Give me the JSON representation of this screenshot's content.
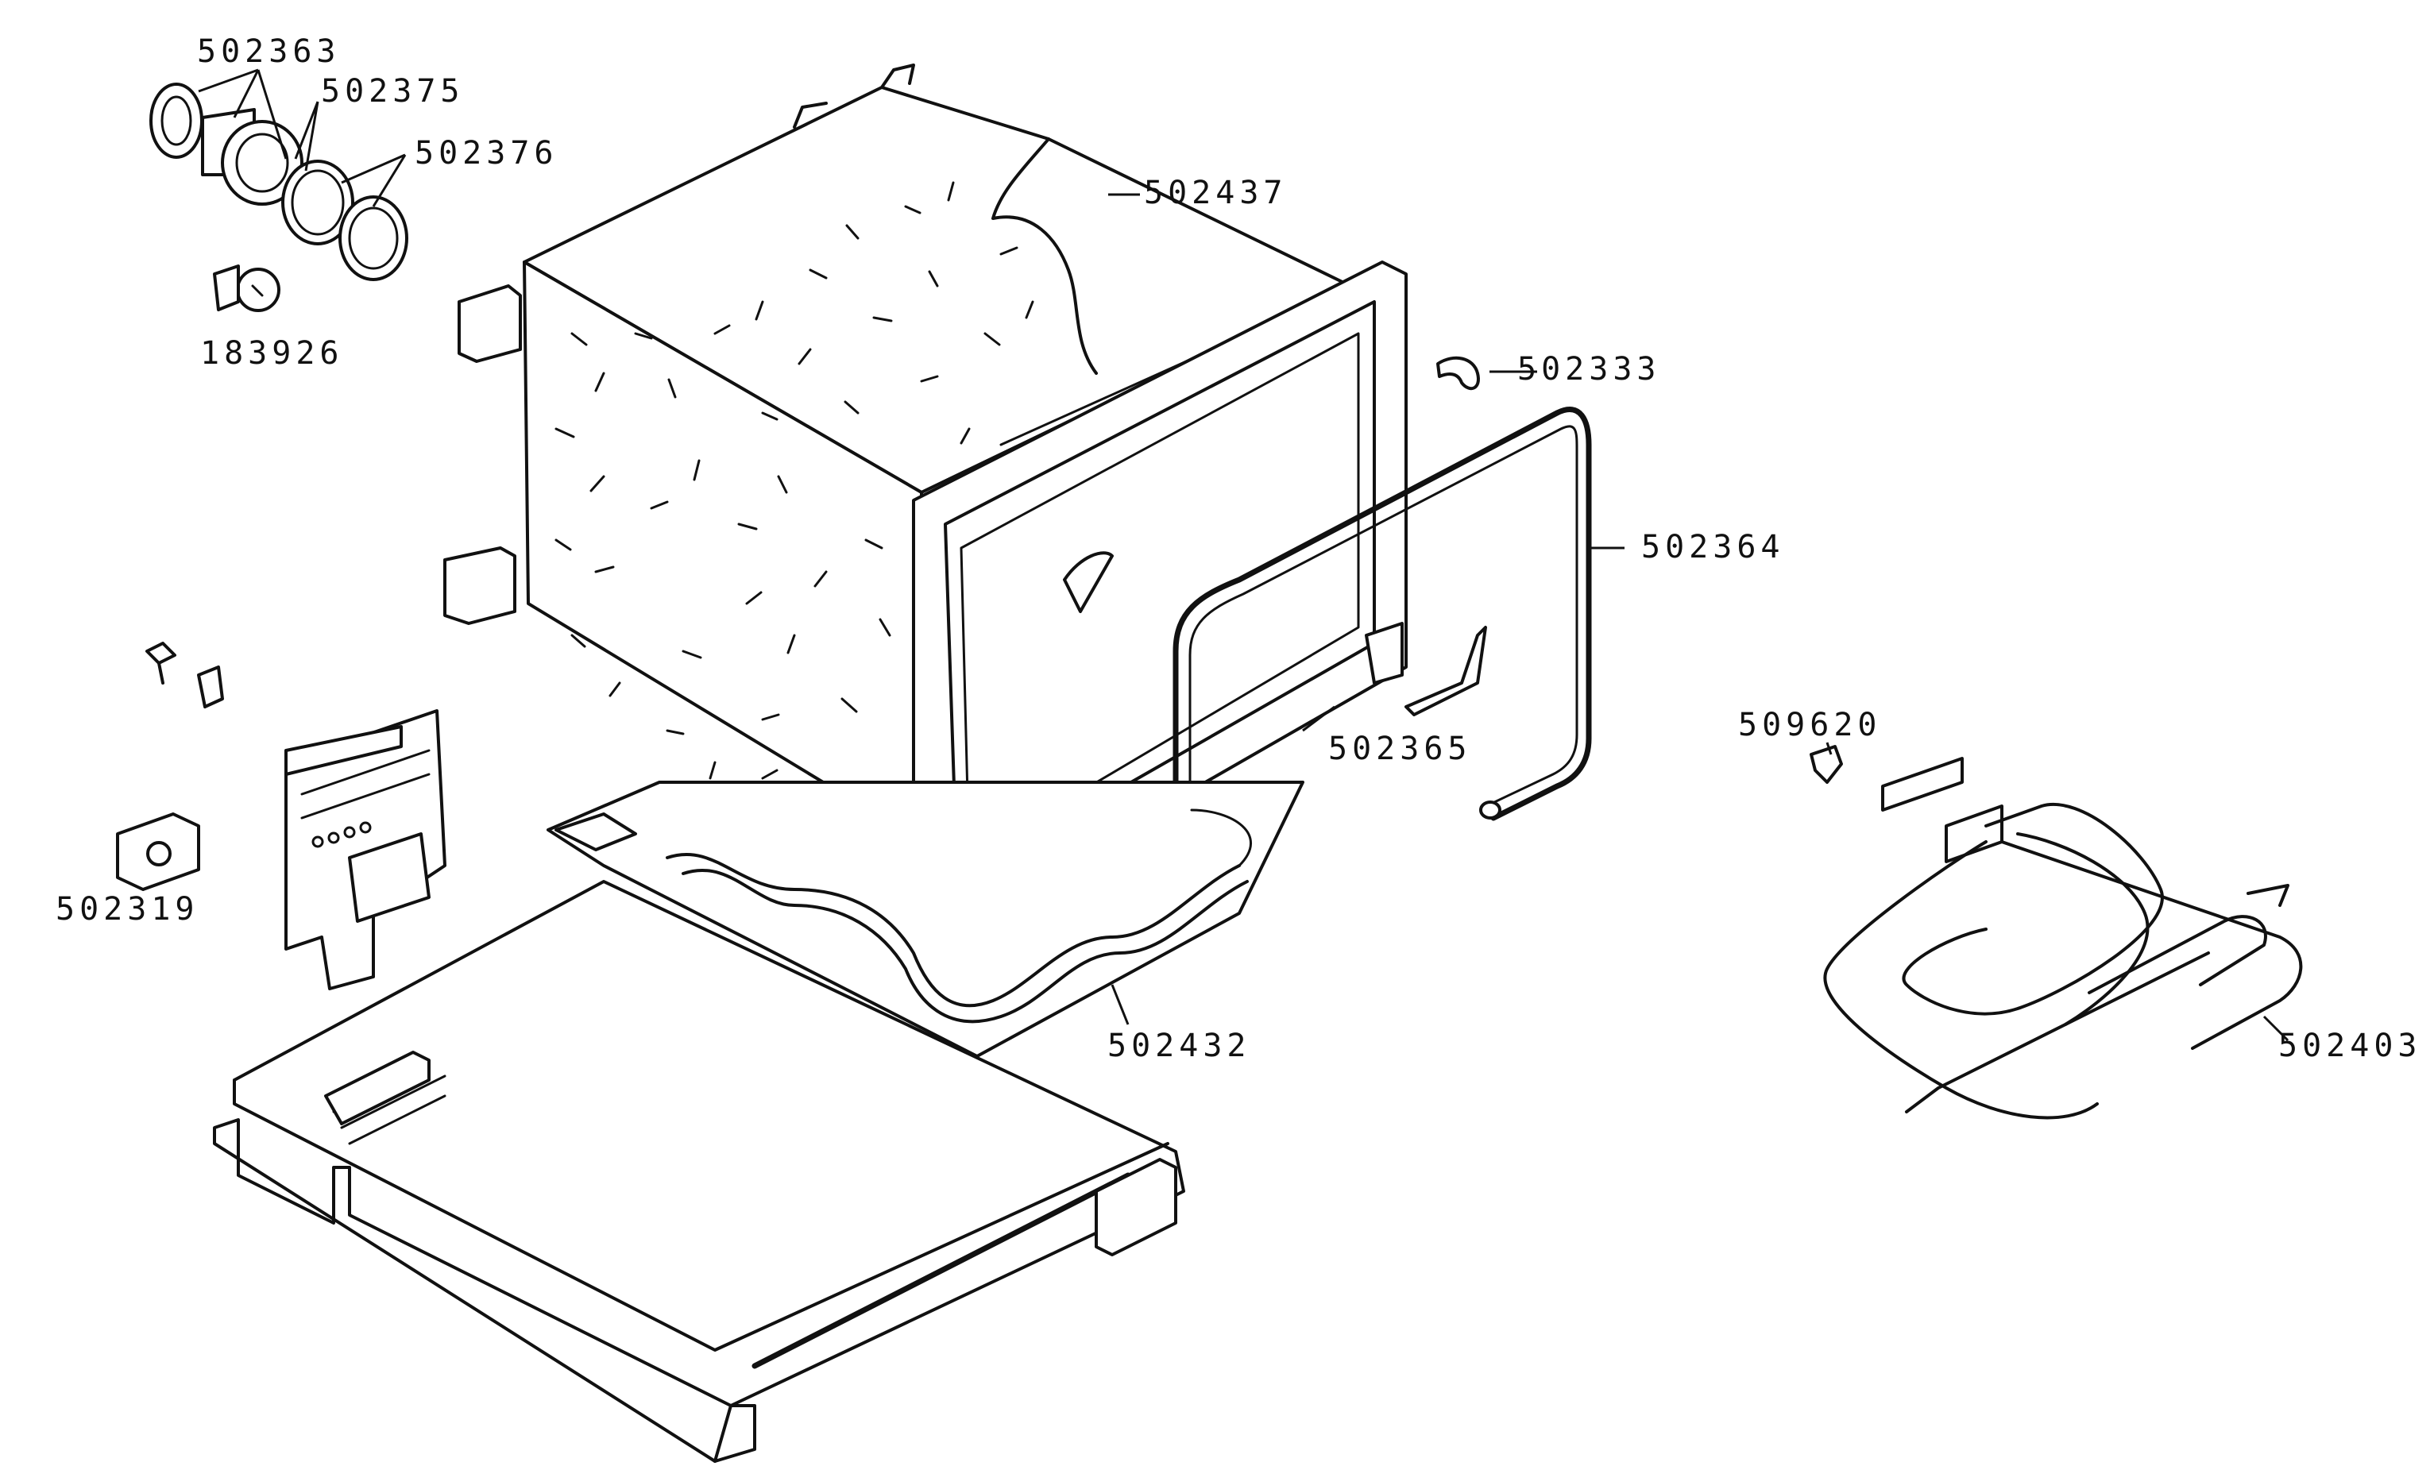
{
  "part_numbers": {
    "lamp_holder": "502363",
    "lamp_gasket": "502375",
    "lamp_cover": "502376",
    "lamp_bulb": "183926",
    "oven_cavity": "502437",
    "rack_clip": "502333",
    "rack_support": "502364",
    "rod_bracket": "502365",
    "terminal_clip": "509620",
    "grill_element": "502403",
    "base_element": "502432",
    "terminal_block": "502319"
  }
}
